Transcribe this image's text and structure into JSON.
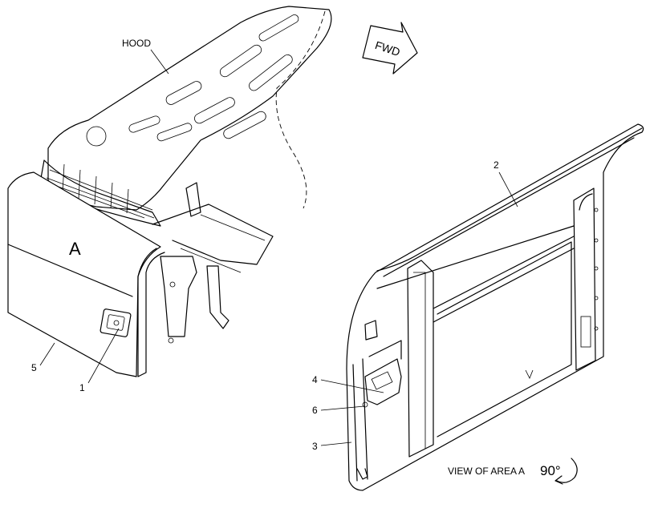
{
  "labels": {
    "hood": "HOOD",
    "fwd": "FWD",
    "area_a": "A",
    "view_caption": "VIEW OF AREA A",
    "rotation": "90°"
  },
  "callouts": [
    "1",
    "2",
    "3",
    "4",
    "5",
    "6"
  ]
}
